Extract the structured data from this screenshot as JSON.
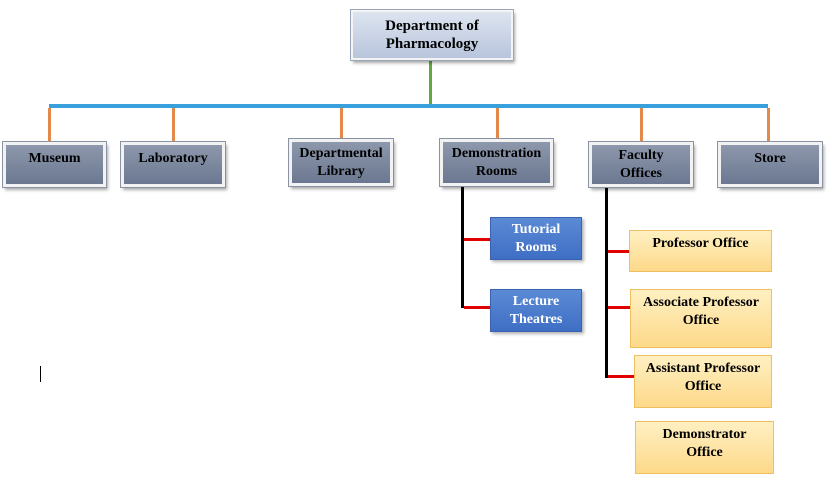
{
  "chart": {
    "root": "Department of\nPharmacology",
    "level1": {
      "museum": "Museum",
      "laboratory": "Laboratory",
      "departmental_library": "Departmental\nLibrary",
      "demonstration_rooms": "Demonstration\nRooms",
      "faculty_offices": "Faculty\nOffices",
      "store": "Store"
    },
    "demonstration_children": {
      "tutorial_rooms": "Tutorial\nRooms",
      "lecture_theatres": "Lecture\nTheatres"
    },
    "faculty_children": {
      "professor_office": "Professor Office",
      "associate_professor_office": "Associate Professor\nOffice",
      "assistant_professor_office": "Assistant Professor\nOffice",
      "demonstrator_office": "Demonstrator\nOffice"
    }
  },
  "colors": {
    "trunk": "#5fa93e",
    "bus": "#3aa0dc",
    "drop": "#e38a4a",
    "branch": "#000000",
    "tick": "#e00000",
    "grey_box": "#7582a0",
    "blue_box": "#4a7bd0",
    "yellow_box": "#fde4a0"
  }
}
